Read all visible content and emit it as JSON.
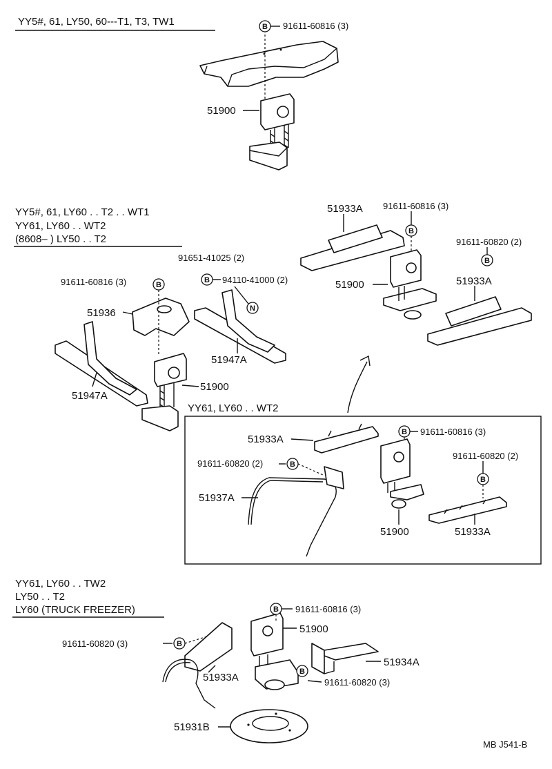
{
  "sections": {
    "s1": {
      "header": "YY5#, 61, LY50, 60---T1, T3, TW1",
      "labels": {
        "bolt": "91611-60816 (3)",
        "carrier": "51900"
      },
      "markers": {
        "bolt": "B"
      }
    },
    "s2": {
      "header_lines": [
        "YY5#, 61, LY60 . . T2 . . WT1",
        "YY61, LY60 . . WT2",
        "(8608–        ) LY50 . . T2"
      ],
      "labels": {
        "bolt_a": "91611-60816 (3)",
        "bolt_b": "91651-41025 (2)",
        "nut": "94110-41000 (2)",
        "bracket": "51936",
        "carrier": "51900",
        "support_left": "51947A",
        "support_right": "51947A"
      },
      "markers": {
        "bolt": "B",
        "nut": "N"
      }
    },
    "s3": {
      "labels": {
        "crossmember_top": "51933A",
        "bolt_top": "91611-60816 (3)",
        "bolt_right": "91611-60820 (2)",
        "carrier": "51900",
        "crossmember_right": "51933A"
      },
      "markers": {
        "bolt": "B"
      }
    },
    "s4": {
      "header": "YY61, LY60 . . WT2",
      "labels": {
        "crossmember_top": "51933A",
        "bolt_top": "91611-60816 (3)",
        "bolt_left": "91611-60820 (2)",
        "bolt_right": "91611-60820 (2)",
        "stay": "51937A",
        "carrier": "51900",
        "crossmember_bottom": "51933A"
      },
      "markers": {
        "bolt": "B"
      }
    },
    "s5": {
      "header_lines": [
        "YY61, LY60 . . TW2",
        "LY50 . . T2",
        "LY60 (TRUCK  FREEZER)"
      ],
      "labels": {
        "bolt_top": "91611-60816 (3)",
        "carrier": "51900",
        "bolt_left": "91611-60820 (3)",
        "crossmember": "51933A",
        "bracket": "51934A",
        "bolt_right": "91611-60820 (3)",
        "cover": "51931B"
      },
      "markers": {
        "bolt": "B"
      }
    }
  },
  "footer": {
    "code": "MB   J541-B"
  }
}
